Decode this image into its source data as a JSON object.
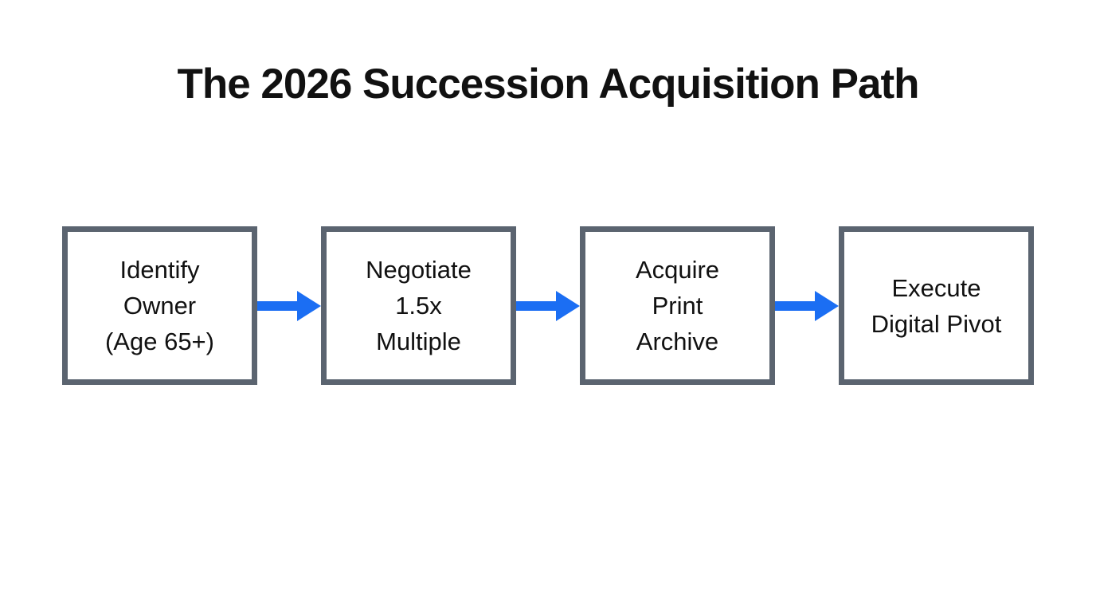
{
  "title": "The 2026 Succession Acquisition Path",
  "flow": {
    "steps": [
      {
        "label": "Identify\nOwner\n(Age 65+)"
      },
      {
        "label": "Negotiate\n1.5x\nMultiple"
      },
      {
        "label": "Acquire\nPrint\nArchive"
      },
      {
        "label": "Execute\nDigital Pivot"
      }
    ]
  },
  "colors": {
    "background": "#ffffff",
    "title_text": "#111111",
    "box_text": "#111111",
    "box_border": "#5b6470",
    "box_fill": "#ffffff",
    "arrow": "#1b6ef3"
  }
}
